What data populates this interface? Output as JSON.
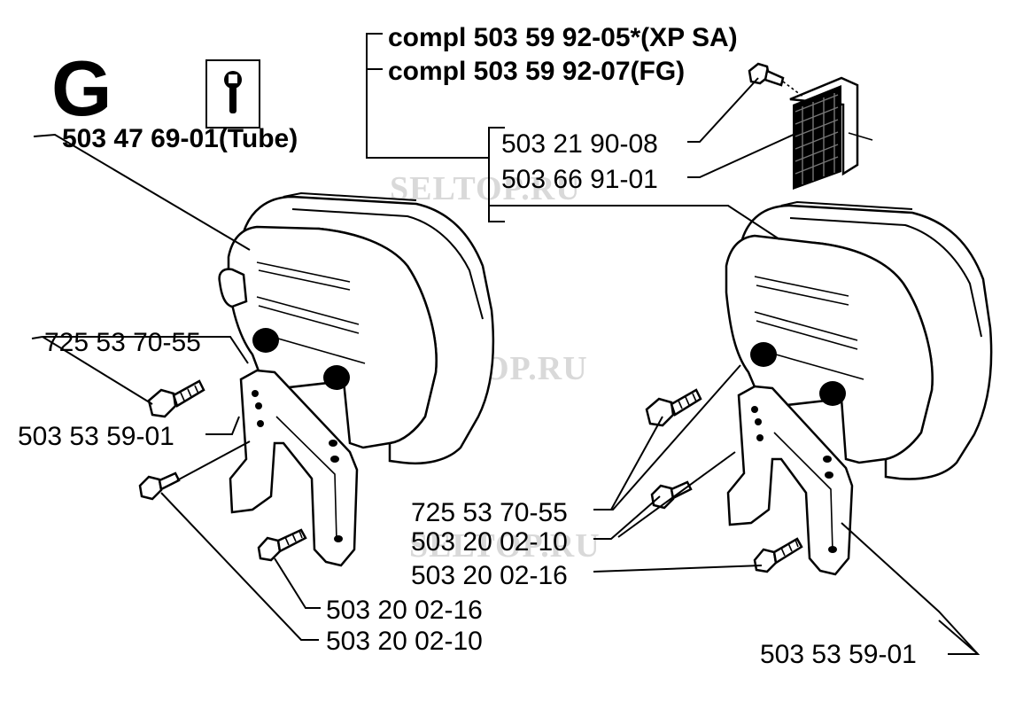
{
  "section_letter": "G",
  "tool_icon": "wrench-icon",
  "watermark": "SELTOP.RU",
  "labels": {
    "compl_xp": "compl 503 59 92-05*(XP SA)",
    "compl_fg": "compl 503 59 92-07(FG)",
    "tube": "503 47 69-01(Tube)",
    "screw_screen": "503 21 90-08",
    "screen": "503 66 91-01",
    "bolt_left": "725 53 70-55",
    "bracket_left": "503 53 59-01",
    "screw16_left": "503 20 02-16",
    "screw10_left": "503 20 02-10",
    "bolt_right": "725 53 70-55",
    "screw10_right": "503 20 02-10",
    "screw16_right": "503 20 02-16",
    "bracket_right": "503 53 59-01"
  }
}
